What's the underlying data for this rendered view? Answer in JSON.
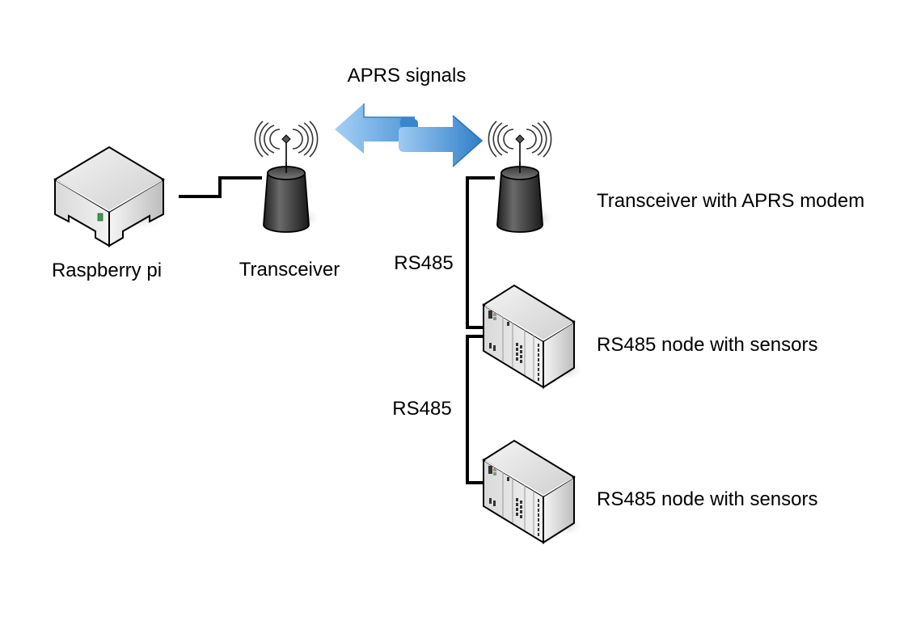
{
  "diagram": {
    "title_label": "APRS signals",
    "nodes": {
      "raspberry_pi": {
        "label": "Raspberry pi",
        "icon": "server-box-icon"
      },
      "transceiver": {
        "label": "Transceiver",
        "icon": "antenna-tower-icon"
      },
      "transceiver_modem": {
        "label": "Transceiver with APRS modem",
        "icon": "antenna-tower-icon"
      },
      "sensor_node_1": {
        "label": "RS485 node with sensors",
        "icon": "rack-device-icon"
      },
      "sensor_node_2": {
        "label": "RS485 node with sensors",
        "icon": "rack-device-icon"
      }
    },
    "links": [
      {
        "from": "raspberry_pi",
        "to": "transceiver",
        "label": ""
      },
      {
        "from": "transceiver",
        "to": "transceiver_modem",
        "label": "APRS signals",
        "icon": "bidirectional-arrow-icon"
      },
      {
        "from": "transceiver_modem",
        "to": "sensor_node_1",
        "label": "RS485"
      },
      {
        "from": "sensor_node_1",
        "to": "sensor_node_2",
        "label": "RS485"
      }
    ],
    "colors": {
      "arrow_light": "#a6d0f5",
      "arrow_dark": "#2f7fc8",
      "device_grey": "#d8d8d8",
      "antenna_dark": "#2b2b2b",
      "led_green": "#3e9a4e"
    }
  }
}
